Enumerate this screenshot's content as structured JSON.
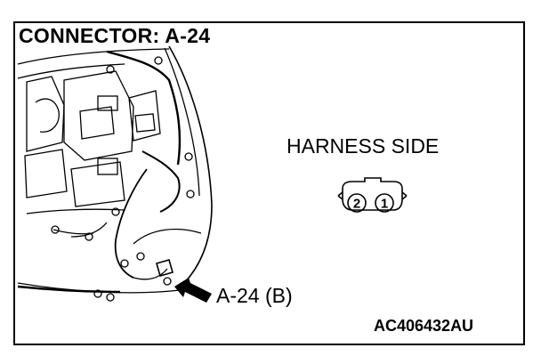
{
  "title": "CONNECTOR: A-24",
  "view_label": "HARNESS SIDE",
  "callout_label": "A-24 (B)",
  "figure_id": "AC406432AU",
  "connector": {
    "pins": [
      "2",
      "1"
    ]
  },
  "icons": [
    "arrow-icon",
    "engine-bay-illustration",
    "connector-icon"
  ],
  "colors": {
    "ink": "#000000",
    "background": "#ffffff"
  }
}
